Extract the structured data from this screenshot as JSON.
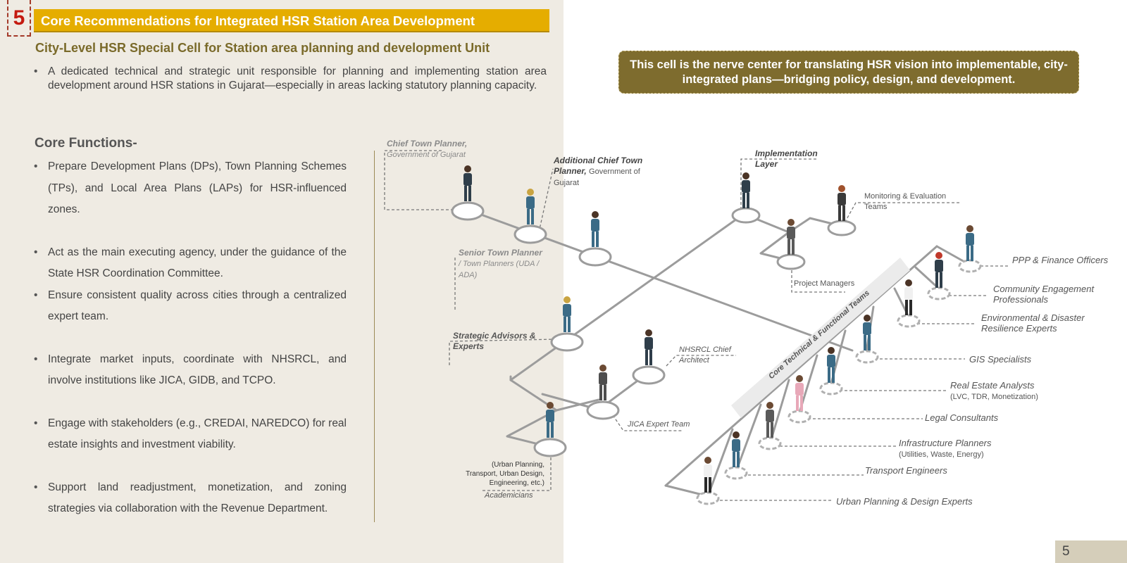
{
  "section_number": "5",
  "title": "Core Recommendations for Integrated HSR Station Area Development",
  "subtitle": "City-Level HSR Special Cell for Station area planning and development Unit",
  "intro": "A dedicated technical and strategic unit responsible for planning and implementing station area development around HSR stations in Gujarat—especially in areas lacking statutory planning capacity.",
  "core_functions_heading": "Core Functions-",
  "functions": [
    "Prepare Development Plans (DPs), Town Planning Schemes (TPs), and Local Area Plans (LAPs) for HSR-influenced zones.",
    "Act as the main executing agency, under the guidance of the State HSR Coordination Committee.",
    "Ensure consistent quality across cities through a centralized expert team.",
    "Integrate market inputs, coordinate with NHSRCL, and involve institutions like JICA, GIDB, and TCPO.",
    "Engage with stakeholders (e.g., CREDAI, NAREDCO) for real estate insights and investment viability.",
    "Support land readjustment, monetization, and zoning strategies via collaboration with the Revenue Department."
  ],
  "callout": "This cell is the nerve center for translating HSR vision into implementable, city-integrated plans—bridging policy, design, and development.",
  "diagram": {
    "chief_town_planner": "Chief Town Planner,",
    "chief_town_planner_org": "Government of Gujarat",
    "add_chief_town_planner": "Additional Chief Town Planner,",
    "add_chief_town_planner_org": "Government of Gujarat",
    "senior_town_planner": "Senior Town Planner",
    "senior_town_planner_sub": "/ Town Planners (UDA / ADA)",
    "strategic_advisors": "Strategic Advisors & Experts",
    "nhsrcl": "NHSRCL Chief Architect",
    "jica": "JICA Expert Team",
    "academicians_detail": "(Urban Planning, Transport, Urban Design, Engineering, etc.)",
    "academicians": "Academicians",
    "implementation_layer": "Implementation Layer",
    "monitoring": "Monitoring & Evaluation Teams",
    "project_managers": "Project Managers",
    "core_teams": "Core Technical & Functional Teams",
    "ppp": "PPP & Finance Officers",
    "community": "Community Engagement Professionals",
    "environmental": "Environmental & Disaster Resilience Experts",
    "gis": "GIS Specialists",
    "real_estate": "Real Estate Analysts",
    "real_estate_sub": "(LVC, TDR, Monetization)",
    "legal": "Legal Consultants",
    "infrastructure": "Infrastructure Planners",
    "infrastructure_sub": "(Utilities, Waste, Energy)",
    "transport": "Transport Engineers",
    "urban_planning": "Urban Planning & Design Experts"
  },
  "page_number": "5"
}
